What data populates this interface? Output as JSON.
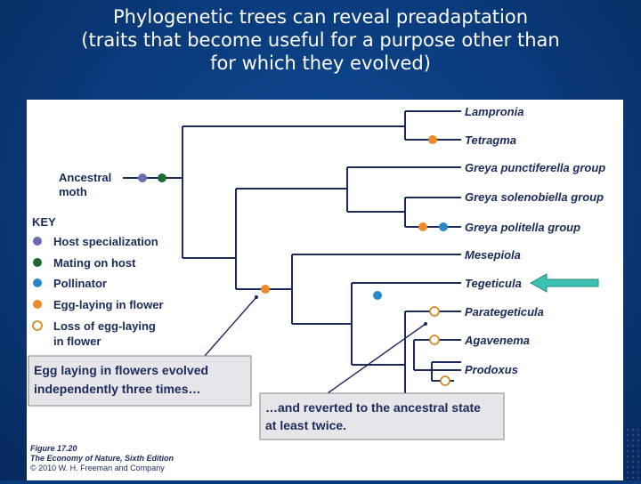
{
  "title_lines": [
    "Phylogenetic trees can reveal preadaptation",
    "(traits that become useful for a purpose other than",
    "for which they evolved)"
  ],
  "ancestral": [
    "Ancestral",
    "moth"
  ],
  "taxa": [
    "Lampronia",
    "Tetragma",
    "Greya punctiferella group",
    "Greya solenobiella group",
    "Greya politella group",
    "Mesepiola",
    "Tegeticula",
    "Parategeticula",
    "Agavenema",
    "Prodoxus"
  ],
  "key": {
    "heading": "KEY",
    "items": [
      {
        "label": "Host specialization",
        "color": "#6b6bb5"
      },
      {
        "label": "Mating on host",
        "color": "#1e6b2e"
      },
      {
        "label": "Pollinator",
        "color": "#2a88c8"
      },
      {
        "label": "Egg-laying in flower",
        "color": "#f0892a"
      },
      {
        "label": "Loss of egg-laying",
        "label2": "in flower",
        "color": "#ffffff"
      }
    ]
  },
  "callouts": {
    "left": [
      "Egg laying in flowers evolved",
      "independently three times…"
    ],
    "right": [
      "…and reverted to the ancestral state",
      "at least twice."
    ]
  },
  "caption": {
    "figure": "Figure 17.20",
    "book": "The Economy of Nature, Sixth Edition",
    "copyright": "© 2010 W. H. Freeman and Company"
  },
  "colors": {
    "line": "#1a2a5a",
    "arrow": "#3cc0b0",
    "loss_stroke": "#d08a28",
    "callout_fill": "#e6e6ea"
  }
}
